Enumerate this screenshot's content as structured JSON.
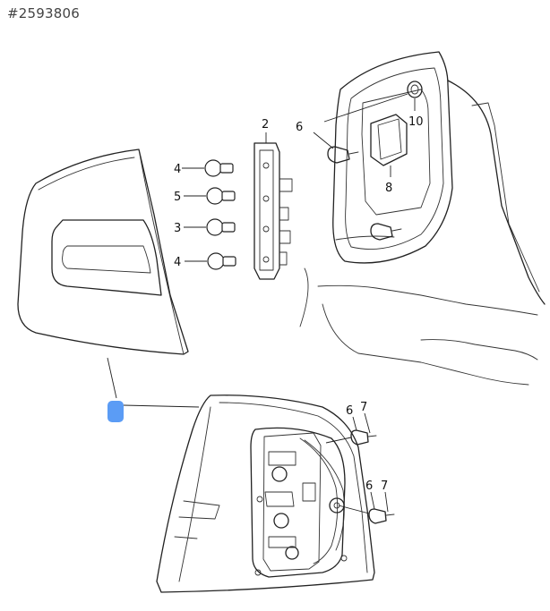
{
  "reference": "#2593806",
  "highlight_color": "#5b9cf5",
  "callouts": {
    "part_2": "2",
    "part_3": "3",
    "part_4_top": "4",
    "part_4_bottom": "4",
    "part_5": "5",
    "part_6_upper": "6",
    "part_6_mid": "6",
    "part_6_low": "6",
    "part_7_mid": "7",
    "part_7_low": "7",
    "part_8": "8",
    "part_10": "10"
  }
}
